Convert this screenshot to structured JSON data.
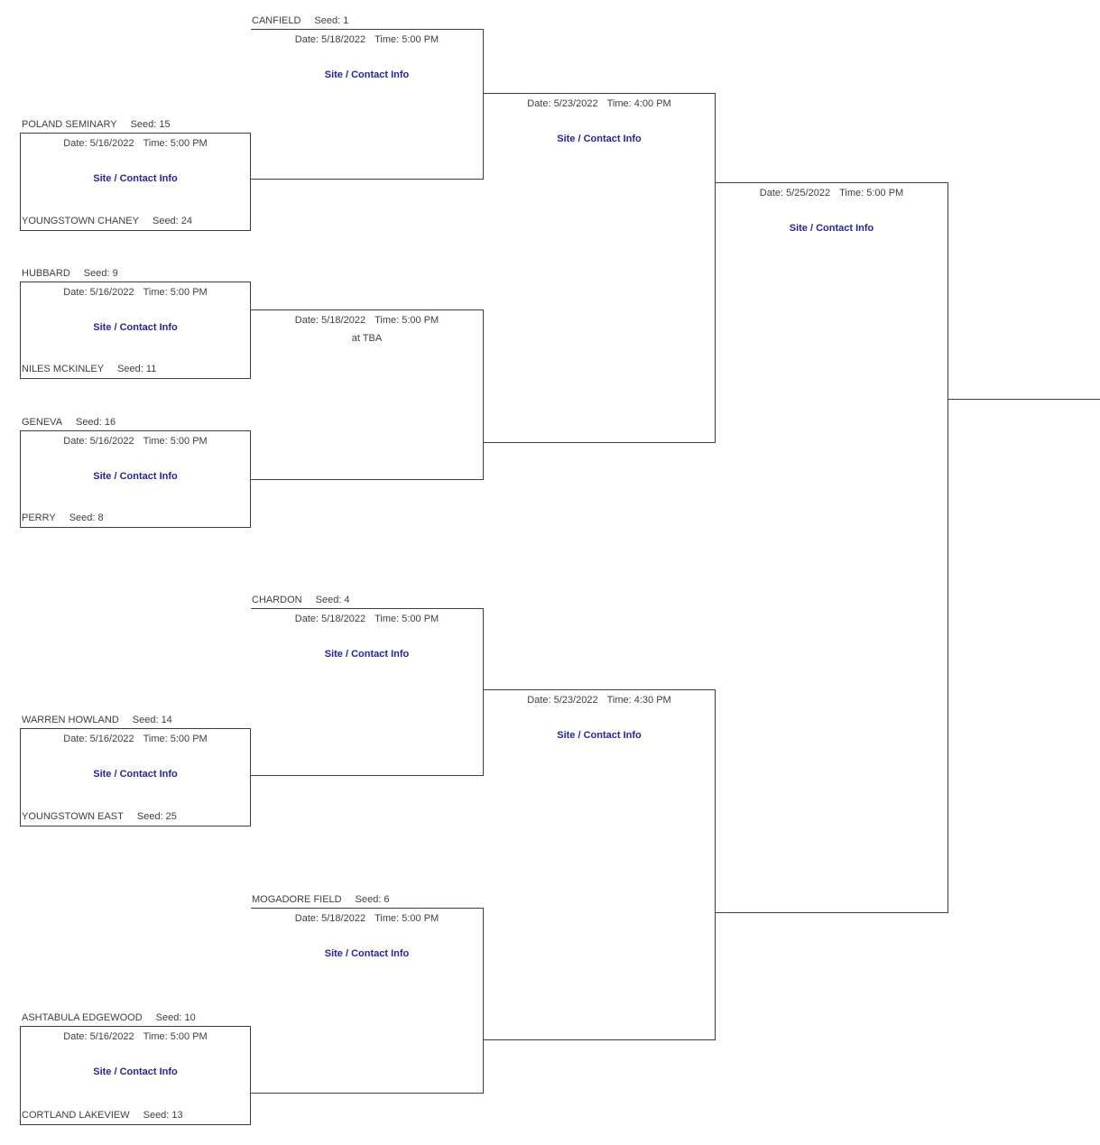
{
  "bracket": {
    "link_label": "Site / Contact Info",
    "colors": {
      "line": "#3d3d3d",
      "text": "#3e3e3e",
      "link": "#2424aa"
    },
    "matches": [
      {
        "round": 1,
        "top_team": {
          "name": "POLAND SEMINARY",
          "seed": "Seed: 15"
        },
        "bottom_team": {
          "name": "YOUNGSTOWN CHANEY",
          "seed": "Seed: 24"
        },
        "date": "Date: 5/16/2022",
        "time": "Time: 5:00 PM"
      },
      {
        "round": 1,
        "top_team": {
          "name": "HUBBARD",
          "seed": "Seed: 9"
        },
        "bottom_team": {
          "name": "NILES MCKINLEY",
          "seed": "Seed: 11"
        },
        "date": "Date: 5/16/2022",
        "time": "Time: 5:00 PM"
      },
      {
        "round": 1,
        "top_team": {
          "name": "GENEVA",
          "seed": "Seed: 16"
        },
        "bottom_team": {
          "name": "PERRY",
          "seed": "Seed: 8"
        },
        "date": "Date: 5/16/2022",
        "time": "Time: 5:00 PM"
      },
      {
        "round": 1,
        "top_team": {
          "name": "WARREN HOWLAND",
          "seed": "Seed: 14"
        },
        "bottom_team": {
          "name": "YOUNGSTOWN EAST",
          "seed": "Seed: 25"
        },
        "date": "Date: 5/16/2022",
        "time": "Time: 5:00 PM"
      },
      {
        "round": 1,
        "top_team": {
          "name": "ASHTABULA EDGEWOOD",
          "seed": "Seed: 10"
        },
        "bottom_team": {
          "name": "CORTLAND LAKEVIEW",
          "seed": "Seed: 13"
        },
        "date": "Date: 5/16/2022",
        "time": "Time: 5:00 PM"
      },
      {
        "round": 2,
        "top_team": {
          "name": "CANFIELD",
          "seed": "Seed: 1"
        },
        "date": "Date: 5/18/2022",
        "time": "Time: 5:00 PM"
      },
      {
        "round": 2,
        "date": "Date: 5/18/2022",
        "time": "Time: 5:00 PM",
        "venue": "at TBA"
      },
      {
        "round": 2,
        "top_team": {
          "name": "CHARDON",
          "seed": "Seed: 4"
        },
        "date": "Date: 5/18/2022",
        "time": "Time: 5:00 PM"
      },
      {
        "round": 2,
        "top_team": {
          "name": "MOGADORE FIELD",
          "seed": "Seed: 6"
        },
        "date": "Date: 5/18/2022",
        "time": "Time: 5:00 PM"
      },
      {
        "round": 3,
        "date": "Date: 5/23/2022",
        "time": "Time: 4:00 PM"
      },
      {
        "round": 3,
        "date": "Date: 5/23/2022",
        "time": "Time: 4:30 PM"
      },
      {
        "round": 4,
        "date": "Date: 5/25/2022",
        "time": "Time: 5:00 PM"
      }
    ]
  }
}
